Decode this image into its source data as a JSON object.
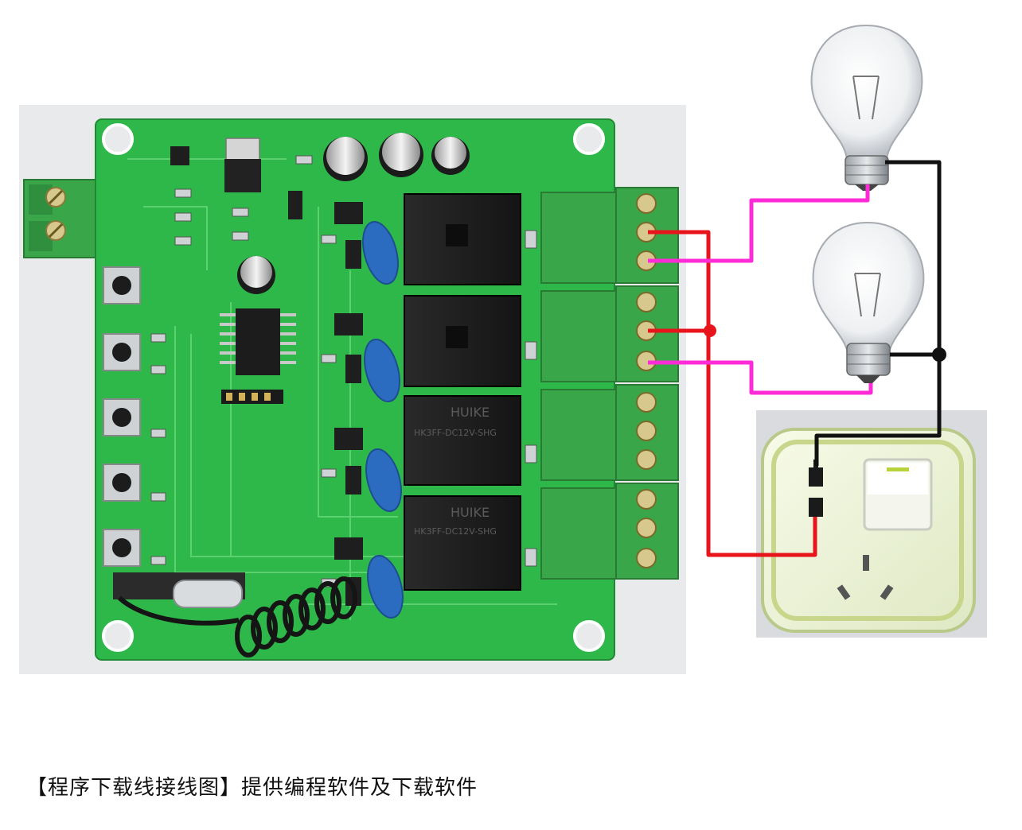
{
  "caption": "【程序下载线接线图】提供编程软件及下载软件",
  "colors": {
    "pcb_green": "#2fb84a",
    "wire_red": "#e8141c",
    "wire_magenta": "#ff2bd6",
    "wire_black": "#111111",
    "terminal_green": "#3aa64a",
    "relay_black": "#1c1c1c",
    "capacitor_blue": "#2c6cc0"
  },
  "relays": [
    {
      "brand": "",
      "model": ""
    },
    {
      "brand": "",
      "model": ""
    },
    {
      "brand": "HUIKE",
      "model": "HK3FF-DC12V-SHG"
    },
    {
      "brand": "HUIKE",
      "model": "HK3FF-DC12V-SHG"
    }
  ],
  "icons": [
    "light-bulb-icon",
    "light-bulb-icon",
    "wall-switch-socket-icon"
  ]
}
